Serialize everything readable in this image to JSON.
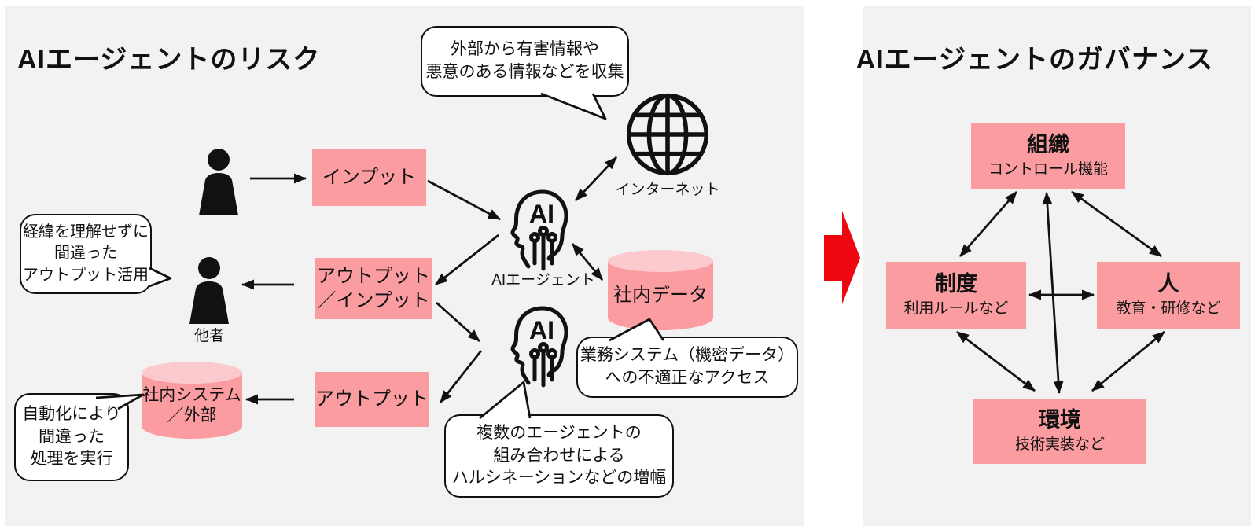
{
  "left_panel": {
    "title": "AIエージェントのリスク",
    "boxes": {
      "input": "インプット",
      "output_input": [
        "アウトプット",
        "／インプット"
      ],
      "output": "アウトプット"
    },
    "cylinders": {
      "internal_data": "社内データ",
      "internal_system": [
        "社内システム",
        "／外部"
      ]
    },
    "labels": {
      "internet": "インターネット",
      "ai_agent": "AIエージェント",
      "other_person": "他者"
    },
    "bubbles": {
      "collect": [
        "外部から有害情報や",
        "悪意のある情報などを収集"
      ],
      "misuse": [
        "経緯を理解せずに",
        "間違った",
        "アウトプット活用"
      ],
      "automation": [
        "自動化により",
        "間違った",
        "処理を実行"
      ],
      "access": [
        "業務システム（機密データ）",
        "への不適正なアクセス"
      ],
      "hallucination": [
        "複数のエージェントの",
        "組み合わせによる",
        "ハルシネーションなどの増幅"
      ]
    },
    "ai_icon_text": "AI"
  },
  "right_panel": {
    "title": "AIエージェントのガバナンス",
    "nodes": {
      "organization": {
        "title": "組織",
        "subtitle": "コントロール機能"
      },
      "rules": {
        "title": "制度",
        "subtitle": "利用ルールなど"
      },
      "people": {
        "title": "人",
        "subtitle": "教育・研修など"
      },
      "environment": {
        "title": "環境",
        "subtitle": "技術実装など"
      }
    }
  },
  "colors": {
    "panel_bg": "#F2F2F2",
    "pink": "#FA9CA0",
    "pink_light": "#FBC9CE",
    "red_arrow": "#EE0611",
    "ink": "#111111"
  }
}
